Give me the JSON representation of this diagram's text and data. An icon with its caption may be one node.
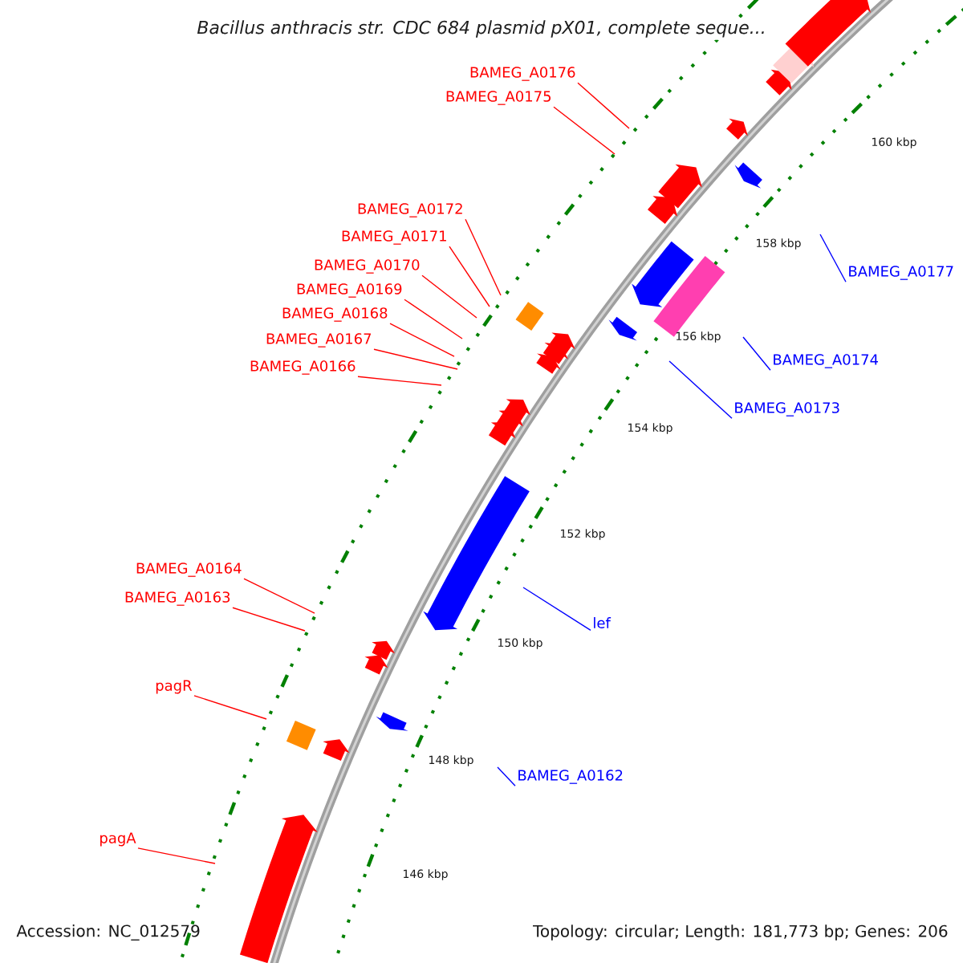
{
  "diagram": {
    "title": "Bacillus anthracis str. CDC 684 plasmid pX01, complete seque...",
    "nodes": [
      {
        "text": [
          "BAMEG_A0176"
        ]
      },
      {
        "text": [
          "BAMEG_A0175"
        ]
      },
      {
        "text": [
          "BAMEG_A0172"
        ]
      },
      {
        "text": [
          "BAMEG_A0171"
        ]
      },
      {
        "text": [
          "BAMEG_A0170"
        ]
      },
      {
        "text": [
          "BAMEG_A0169"
        ]
      },
      {
        "text": [
          "BAMEG_A0168"
        ]
      },
      {
        "text": [
          "BAMEG_A0167"
        ]
      },
      {
        "text": [
          "BAMEG_A0166"
        ]
      },
      {
        "text": [
          "BAMEG_A0164"
        ]
      },
      {
        "text": [
          "BAMEG_A0163"
        ]
      },
      {
        "text": [
          "pagR"
        ]
      },
      {
        "text": [
          "pagA"
        ]
      },
      {
        "text": [
          "BAMEG_A0177"
        ]
      },
      {
        "text": [
          "BAMEG_A0174"
        ]
      },
      {
        "text": [
          "BAMEG_A0173"
        ]
      },
      {
        "text": [
          "lef"
        ]
      },
      {
        "text": [
          "BAMEG_A0162"
        ]
      }
    ],
    "edges": [
      {
        "from": 0,
        "to": null,
        "arrow": "none"
      },
      {
        "from": 1,
        "to": null,
        "arrow": "none"
      },
      {
        "from": 2,
        "to": null,
        "arrow": "none"
      },
      {
        "from": 3,
        "to": null,
        "arrow": "none"
      },
      {
        "from": 4,
        "to": null,
        "arrow": "none"
      },
      {
        "from": 5,
        "to": null,
        "arrow": "none"
      },
      {
        "from": 6,
        "to": null,
        "arrow": "none"
      },
      {
        "from": 7,
        "to": null,
        "arrow": "none"
      },
      {
        "from": 8,
        "to": null,
        "arrow": "none"
      },
      {
        "from": 9,
        "to": null,
        "arrow": "none"
      },
      {
        "from": 10,
        "to": null,
        "arrow": "none"
      },
      {
        "from": 11,
        "to": null,
        "arrow": "none"
      },
      {
        "from": 12,
        "to": null,
        "arrow": "none"
      },
      {
        "from": 13,
        "to": null,
        "arrow": "none",
        "color": "#0000ff"
      },
      {
        "from": 14,
        "to": null,
        "arrow": "none",
        "color": "#0000ff"
      },
      {
        "from": 15,
        "to": null,
        "arrow": "none",
        "color": "#0000ff"
      },
      {
        "from": 16,
        "to": null,
        "arrow": "none",
        "color": "#0000ff"
      },
      {
        "from": 17,
        "to": null,
        "arrow": "none",
        "color": "#0000ff"
      }
    ],
    "labels": [
      "160 kbp",
      "158 kbp",
      "156 kbp",
      "154 kbp",
      "152 kbp",
      "150 kbp",
      "148 kbp",
      "146 kbp",
      "Accession: NC_012579",
      "Topology: circular; Length: 181,773 bp; Genes: 206"
    ]
  }
}
